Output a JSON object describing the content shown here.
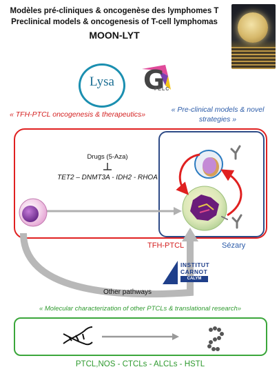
{
  "header": {
    "title_fr": "Modèles pré-cliniques & oncogenèse des lymphomes T",
    "title_en": "Preclinical models & oncogenesis of T-cell lymphomas",
    "acronym": "MOON-LYT"
  },
  "logos": {
    "lysa": "Lysa",
    "gfelc_letter": "G",
    "gfelc_text": "FELC",
    "carnot_line1": "INSTITUT",
    "carnot_line2": "CARNOT",
    "carnot_badge": "CALYM"
  },
  "axes": {
    "tfh_ptcl_label": "« TFH-PTCL oncogenesis & therapeutics»",
    "preclinical_label": "« Pre-clinical models & novel strategies »",
    "molecular_label": "« Molecular characterization of other PTCLs & translational research»"
  },
  "mechanism": {
    "drugs": "Drugs (5-Aza)",
    "genes": "TET2 – DNMT3A - IDH2 - RHOA"
  },
  "entities": {
    "tfh_ptcl": "TFH-PTCL",
    "sezary": "Sézary",
    "other_pathways": "Other pathways"
  },
  "footer": {
    "subtypes": "PTCL,NOS - CTCLs - ALCLs - HSTL"
  },
  "colors": {
    "red": "#e02020",
    "blue": "#2d4a86",
    "green": "#3aa63a",
    "grey_arrow": "#b0b0b0"
  }
}
